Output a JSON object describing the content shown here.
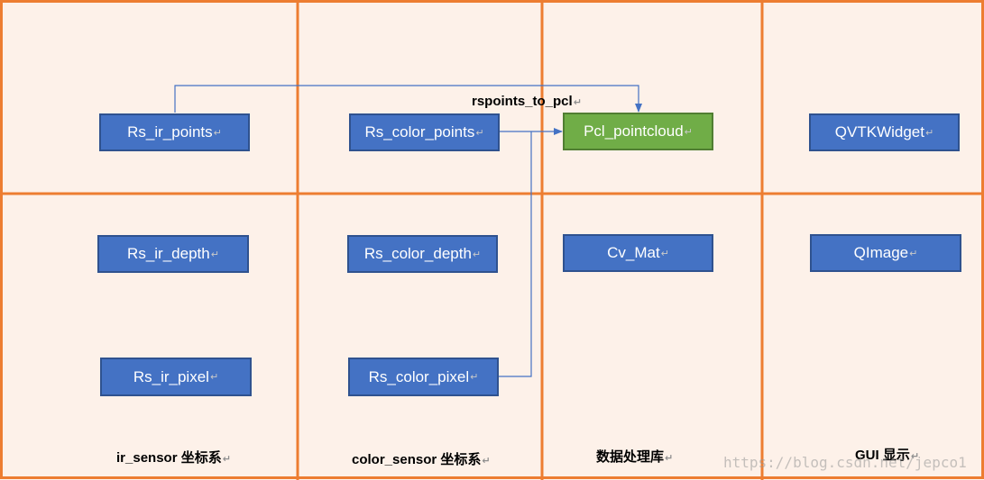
{
  "colors": {
    "background": "#fdf1e9",
    "grid_line": "#ed7d31",
    "node_fill": "#4472c4",
    "node_border": "#2f528f",
    "highlight_fill": "#70ad47",
    "arrow": "#4472c4"
  },
  "nodes": {
    "rs_ir_points": "Rs_ir_points",
    "rs_color_points": "Rs_color_points",
    "pcl_pointcloud": "Pcl_pointcloud",
    "qvtkwidget": "QVTKWidget",
    "rs_ir_depth": "Rs_ir_depth",
    "rs_color_depth": "Rs_color_depth",
    "cv_mat": "Cv_Mat",
    "qimage": "QImage",
    "rs_ir_pixel": "Rs_ir_pixel",
    "rs_color_pixel": "Rs_color_pixel"
  },
  "edge_label": "rspoints_to_pcl",
  "columns": {
    "ir_sensor": "ir_sensor 坐标系",
    "color_sensor": "color_sensor 坐标系",
    "processing": "数据处理库",
    "gui": "GUI 显示"
  },
  "paragraph_mark": "↵",
  "watermark": "https://blog.csdn.net/jepco1"
}
